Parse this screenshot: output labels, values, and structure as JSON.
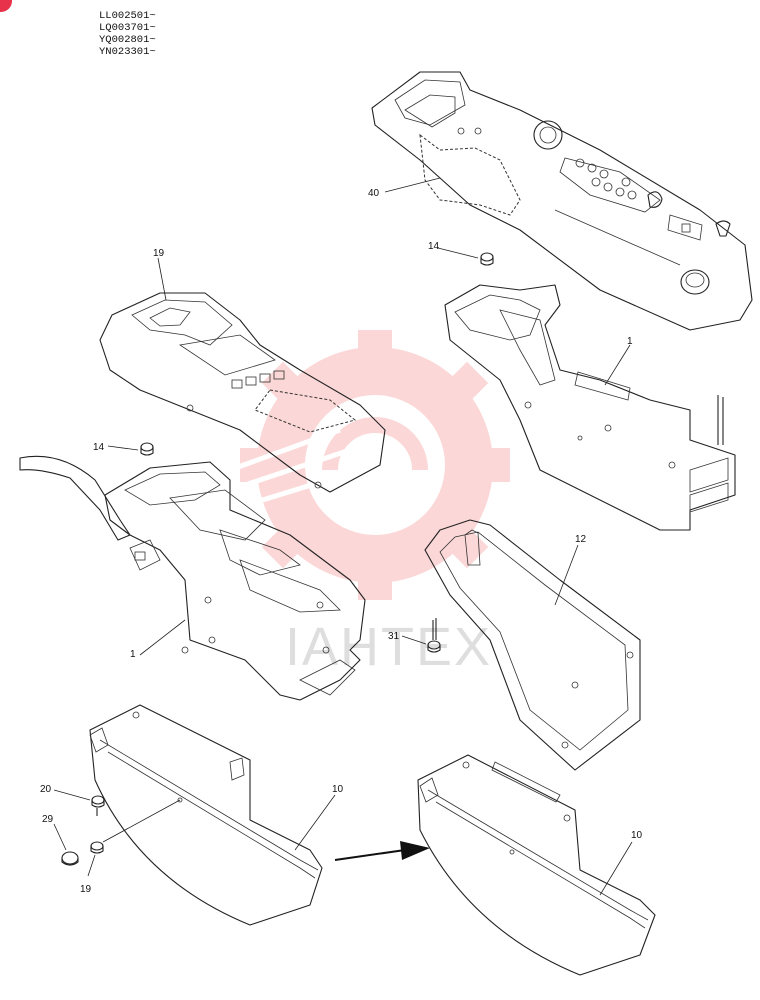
{
  "serials": [
    "LL002501~",
    "LQ003701~",
    "YQ002801~",
    "YN023301~"
  ],
  "watermark": "IAHTEX",
  "callouts": {
    "c40": "40",
    "c14a": "14",
    "c1a": "1",
    "c19a": "19",
    "c14b": "14",
    "c1b": "1",
    "c12": "12",
    "c31": "31",
    "c20": "20",
    "c10a": "10",
    "c29": "29",
    "c19b": "19",
    "c10b": "10"
  }
}
